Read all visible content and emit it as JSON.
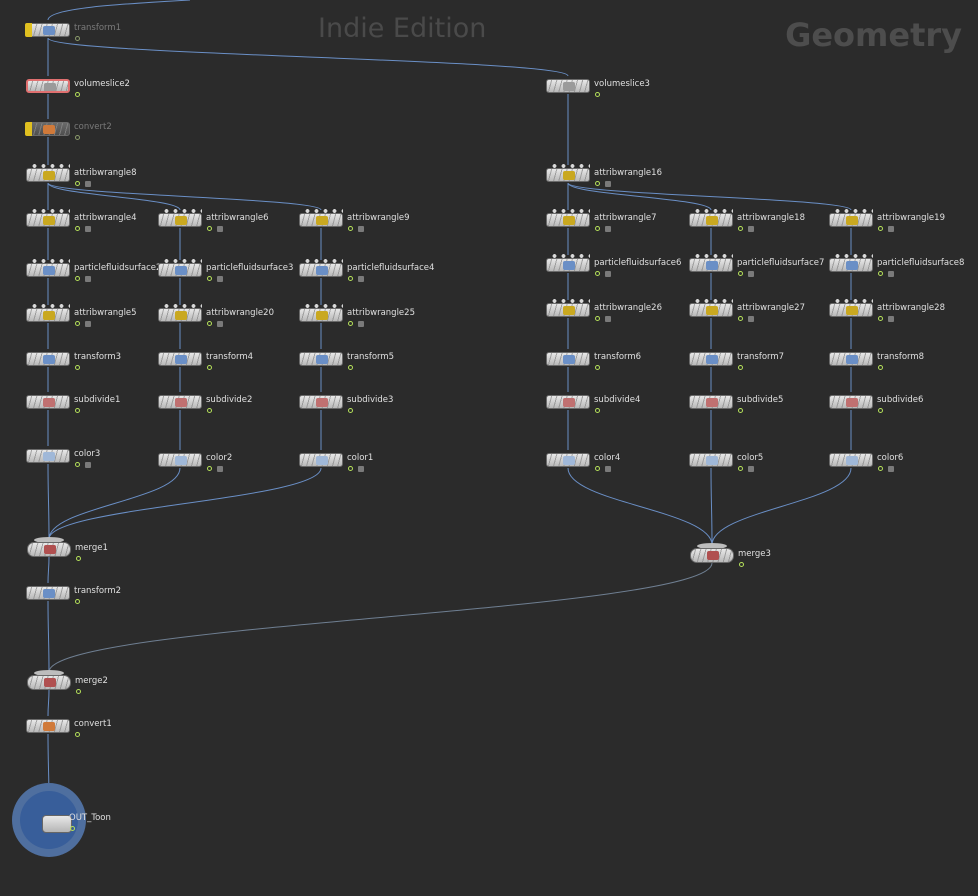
{
  "watermark": {
    "edition": "Indie Edition",
    "context": "Geometry"
  },
  "colors": {
    "background": "#2b2b2b",
    "wire": "#6a8fc6",
    "indicator": "#b5e05a",
    "flag": "#e0c020",
    "output": "#385e9a"
  },
  "nodes": [
    {
      "id": "transform1",
      "label": "transform1",
      "icon": "transform-icon",
      "flags": "display",
      "dim": true
    },
    {
      "id": "volumeslice2",
      "label": "volumeslice2",
      "icon": "volume-slice-icon",
      "selected": true
    },
    {
      "id": "convert2",
      "label": "convert2",
      "icon": "convert-icon",
      "bypassed": true,
      "dim": true
    },
    {
      "id": "attribwrangle8",
      "label": "attribwrangle8",
      "icon": "wrangle-icon"
    },
    {
      "id": "attribwrangle4",
      "label": "attribwrangle4",
      "icon": "wrangle-icon"
    },
    {
      "id": "attribwrangle6",
      "label": "attribwrangle6",
      "icon": "wrangle-icon"
    },
    {
      "id": "attribwrangle9",
      "label": "attribwrangle9",
      "icon": "wrangle-icon"
    },
    {
      "id": "particlefluidsurface2",
      "label": "particlefluidsurface2",
      "icon": "fluid-surface-icon"
    },
    {
      "id": "particlefluidsurface3",
      "label": "particlefluidsurface3",
      "icon": "fluid-surface-icon"
    },
    {
      "id": "particlefluidsurface4",
      "label": "particlefluidsurface4",
      "icon": "fluid-surface-icon"
    },
    {
      "id": "attribwrangle5",
      "label": "attribwrangle5",
      "icon": "wrangle-icon"
    },
    {
      "id": "attribwrangle20",
      "label": "attribwrangle20",
      "icon": "wrangle-icon"
    },
    {
      "id": "attribwrangle25",
      "label": "attribwrangle25",
      "icon": "wrangle-icon"
    },
    {
      "id": "transform3",
      "label": "transform3",
      "icon": "transform-icon"
    },
    {
      "id": "transform4",
      "label": "transform4",
      "icon": "transform-icon"
    },
    {
      "id": "transform5",
      "label": "transform5",
      "icon": "transform-icon"
    },
    {
      "id": "subdivide1",
      "label": "subdivide1",
      "icon": "subdivide-icon"
    },
    {
      "id": "subdivide2",
      "label": "subdivide2",
      "icon": "subdivide-icon"
    },
    {
      "id": "subdivide3",
      "label": "subdivide3",
      "icon": "subdivide-icon"
    },
    {
      "id": "color3",
      "label": "color3",
      "icon": "color-icon"
    },
    {
      "id": "color2",
      "label": "color2",
      "icon": "color-icon"
    },
    {
      "id": "color1",
      "label": "color1",
      "icon": "color-icon"
    },
    {
      "id": "merge1",
      "label": "merge1",
      "icon": "merge-icon"
    },
    {
      "id": "transform2",
      "label": "transform2",
      "icon": "transform-icon"
    },
    {
      "id": "merge2",
      "label": "merge2",
      "icon": "merge-icon"
    },
    {
      "id": "convert1",
      "label": "convert1",
      "icon": "convert-icon"
    },
    {
      "id": "OUT_Toon",
      "label": "OUT_Toon",
      "icon": "output-icon"
    },
    {
      "id": "volumeslice3",
      "label": "volumeslice3",
      "icon": "volume-slice-icon"
    },
    {
      "id": "attribwrangle16",
      "label": "attribwrangle16",
      "icon": "wrangle-icon"
    },
    {
      "id": "attribwrangle7",
      "label": "attribwrangle7",
      "icon": "wrangle-icon"
    },
    {
      "id": "attribwrangle18",
      "label": "attribwrangle18",
      "icon": "wrangle-icon"
    },
    {
      "id": "attribwrangle19",
      "label": "attribwrangle19",
      "icon": "wrangle-icon"
    },
    {
      "id": "particlefluidsurface6",
      "label": "particlefluidsurface6",
      "icon": "fluid-surface-icon"
    },
    {
      "id": "particlefluidsurface7",
      "label": "particlefluidsurface7",
      "icon": "fluid-surface-icon"
    },
    {
      "id": "particlefluidsurface8",
      "label": "particlefluidsurface8",
      "icon": "fluid-surface-icon"
    },
    {
      "id": "attribwrangle26",
      "label": "attribwrangle26",
      "icon": "wrangle-icon"
    },
    {
      "id": "attribwrangle27",
      "label": "attribwrangle27",
      "icon": "wrangle-icon"
    },
    {
      "id": "attribwrangle28",
      "label": "attribwrangle28",
      "icon": "wrangle-icon"
    },
    {
      "id": "transform6",
      "label": "transform6",
      "icon": "transform-icon"
    },
    {
      "id": "transform7",
      "label": "transform7",
      "icon": "transform-icon"
    },
    {
      "id": "transform8",
      "label": "transform8",
      "icon": "transform-icon"
    },
    {
      "id": "subdivide4",
      "label": "subdivide4",
      "icon": "subdivide-icon"
    },
    {
      "id": "subdivide5",
      "label": "subdivide5",
      "icon": "subdivide-icon"
    },
    {
      "id": "subdivide6",
      "label": "subdivide6",
      "icon": "subdivide-icon"
    },
    {
      "id": "color4",
      "label": "color4",
      "icon": "color-icon"
    },
    {
      "id": "color5",
      "label": "color5",
      "icon": "color-icon"
    },
    {
      "id": "color6",
      "label": "color6",
      "icon": "color-icon"
    },
    {
      "id": "merge3",
      "label": "merge3",
      "icon": "merge-icon"
    }
  ],
  "connections": [
    [
      "transform1",
      "volumeslice2"
    ],
    [
      "transform1",
      "volumeslice3"
    ],
    [
      "volumeslice2",
      "convert2"
    ],
    [
      "convert2",
      "attribwrangle8"
    ],
    [
      "attribwrangle8",
      "attribwrangle4"
    ],
    [
      "attribwrangle8",
      "attribwrangle6"
    ],
    [
      "attribwrangle8",
      "attribwrangle9"
    ],
    [
      "attribwrangle4",
      "particlefluidsurface2"
    ],
    [
      "attribwrangle6",
      "particlefluidsurface3"
    ],
    [
      "attribwrangle9",
      "particlefluidsurface4"
    ],
    [
      "particlefluidsurface2",
      "attribwrangle5"
    ],
    [
      "particlefluidsurface3",
      "attribwrangle20"
    ],
    [
      "particlefluidsurface4",
      "attribwrangle25"
    ],
    [
      "attribwrangle5",
      "transform3"
    ],
    [
      "attribwrangle20",
      "transform4"
    ],
    [
      "attribwrangle25",
      "transform5"
    ],
    [
      "transform3",
      "subdivide1"
    ],
    [
      "transform4",
      "subdivide2"
    ],
    [
      "transform5",
      "subdivide3"
    ],
    [
      "subdivide1",
      "color3"
    ],
    [
      "subdivide2",
      "color2"
    ],
    [
      "subdivide3",
      "color1"
    ],
    [
      "color3",
      "merge1"
    ],
    [
      "color2",
      "merge1"
    ],
    [
      "color1",
      "merge1"
    ],
    [
      "merge1",
      "transform2"
    ],
    [
      "transform2",
      "merge2"
    ],
    [
      "merge3",
      "merge2"
    ],
    [
      "merge2",
      "convert1"
    ],
    [
      "convert1",
      "OUT_Toon"
    ],
    [
      "volumeslice3",
      "attribwrangle16"
    ],
    [
      "attribwrangle16",
      "attribwrangle7"
    ],
    [
      "attribwrangle16",
      "attribwrangle18"
    ],
    [
      "attribwrangle16",
      "attribwrangle19"
    ],
    [
      "attribwrangle7",
      "particlefluidsurface6"
    ],
    [
      "attribwrangle18",
      "particlefluidsurface7"
    ],
    [
      "attribwrangle19",
      "particlefluidsurface8"
    ],
    [
      "particlefluidsurface6",
      "attribwrangle26"
    ],
    [
      "particlefluidsurface7",
      "attribwrangle27"
    ],
    [
      "particlefluidsurface8",
      "attribwrangle28"
    ],
    [
      "attribwrangle26",
      "transform6"
    ],
    [
      "attribwrangle27",
      "transform7"
    ],
    [
      "attribwrangle28",
      "transform8"
    ],
    [
      "transform6",
      "subdivide4"
    ],
    [
      "transform7",
      "subdivide5"
    ],
    [
      "transform8",
      "subdivide6"
    ],
    [
      "subdivide4",
      "color4"
    ],
    [
      "subdivide5",
      "color5"
    ],
    [
      "subdivide6",
      "color6"
    ],
    [
      "color4",
      "merge3"
    ],
    [
      "color5",
      "merge3"
    ],
    [
      "color6",
      "merge3"
    ]
  ]
}
